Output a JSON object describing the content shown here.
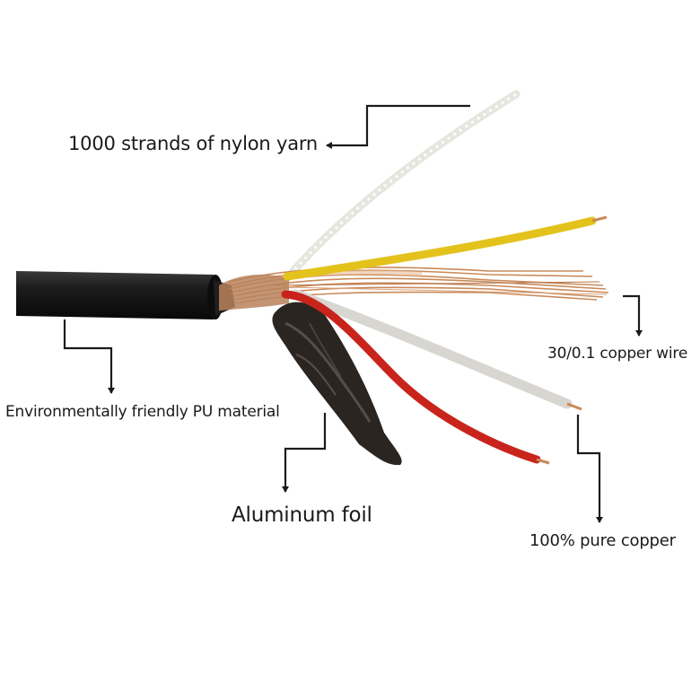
{
  "labels": {
    "nylon_yarn": "1000 strands of nylon yarn",
    "pu_material": "Environmentally friendly PU material",
    "aluminum_foil": "Aluminum foil",
    "copper_wire": "30/0.1 copper wire",
    "pure_copper": "100% pure copper"
  },
  "colors": {
    "jacket": "#151515",
    "nylon": "#eeeee6",
    "yellow_wire": "#e4c21c",
    "red_wire": "#c8241c",
    "white_wire": "#d8d6d0",
    "copper_braid": "#c98a5a",
    "foil": "#2b2522",
    "leader_line": "#1a1a1a"
  }
}
